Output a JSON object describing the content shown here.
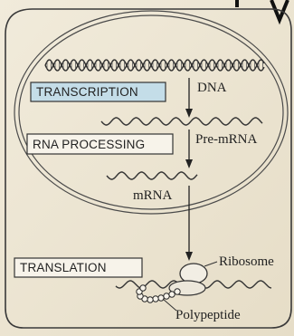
{
  "stages": {
    "transcription": "TRANSCRIPTION",
    "rna_processing": "RNA PROCESSING",
    "translation": "TRANSLATION"
  },
  "molecules": {
    "dna": "DNA",
    "pre_mrna": "Pre-mRNA",
    "mrna": "mRNA",
    "ribosome": "Ribosome",
    "polypeptide": "Polypeptide"
  },
  "colors": {
    "page": "#efe8d6",
    "ink": "#2a2a2a",
    "transcription_box": "#c4dde8",
    "box": "#f7f3ea"
  }
}
